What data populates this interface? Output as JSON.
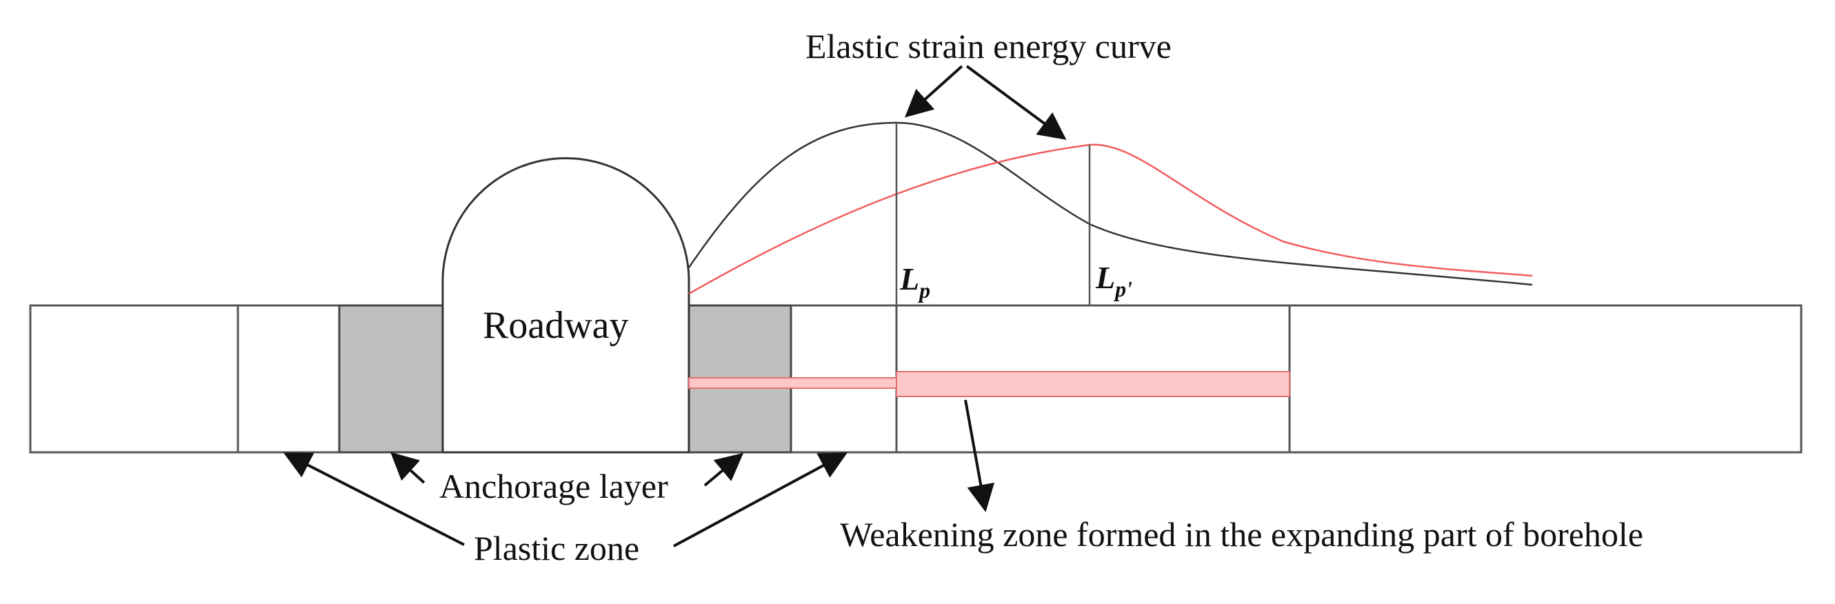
{
  "labels": {
    "curve_title": "Elastic strain energy curve",
    "roadway": "Roadway",
    "anchorage": "Anchorage layer",
    "plastic": "Plastic zone",
    "weakening": "Weakening zone formed in the expanding part of borehole",
    "lp_main": "L",
    "lp_sub": "p",
    "lp2_main": "L",
    "lp2_sub": "p'"
  },
  "colors": {
    "line": "#333333",
    "shaded_layer": "#bfbfbf",
    "red_curve": "#f25c5c",
    "weak_fill": "#ffc8c8",
    "weak_stroke": "#e07070"
  },
  "icons": [
    "arrow-icon"
  ]
}
